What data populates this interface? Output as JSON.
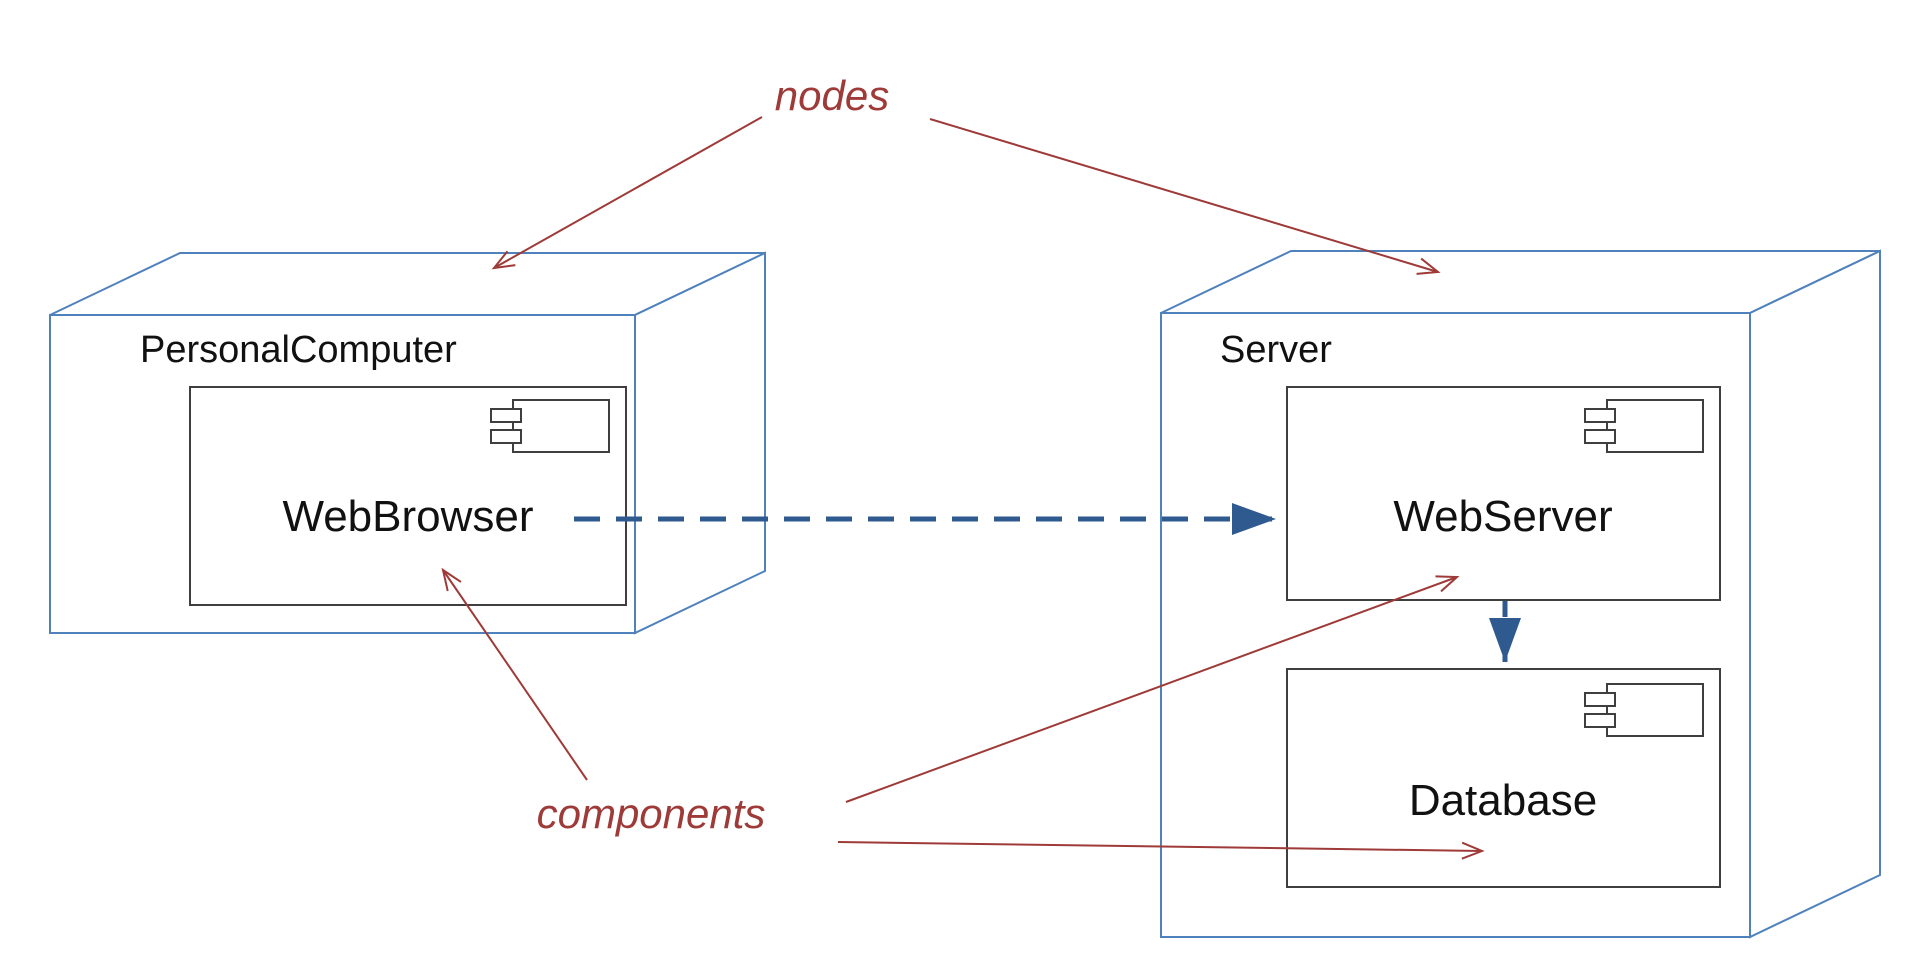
{
  "annotations": {
    "nodes": "nodes",
    "components": "components"
  },
  "nodes": [
    {
      "label": "PersonalComputer",
      "components": [
        {
          "label": "WebBrowser"
        }
      ]
    },
    {
      "label": "Server",
      "components": [
        {
          "label": "WebServer"
        },
        {
          "label": "Database"
        }
      ]
    }
  ],
  "colors": {
    "node_border": "#4f81bd",
    "component_border": "#3f3f3f",
    "dependency": "#2e5a8f",
    "annotation": "#9e3a38"
  }
}
